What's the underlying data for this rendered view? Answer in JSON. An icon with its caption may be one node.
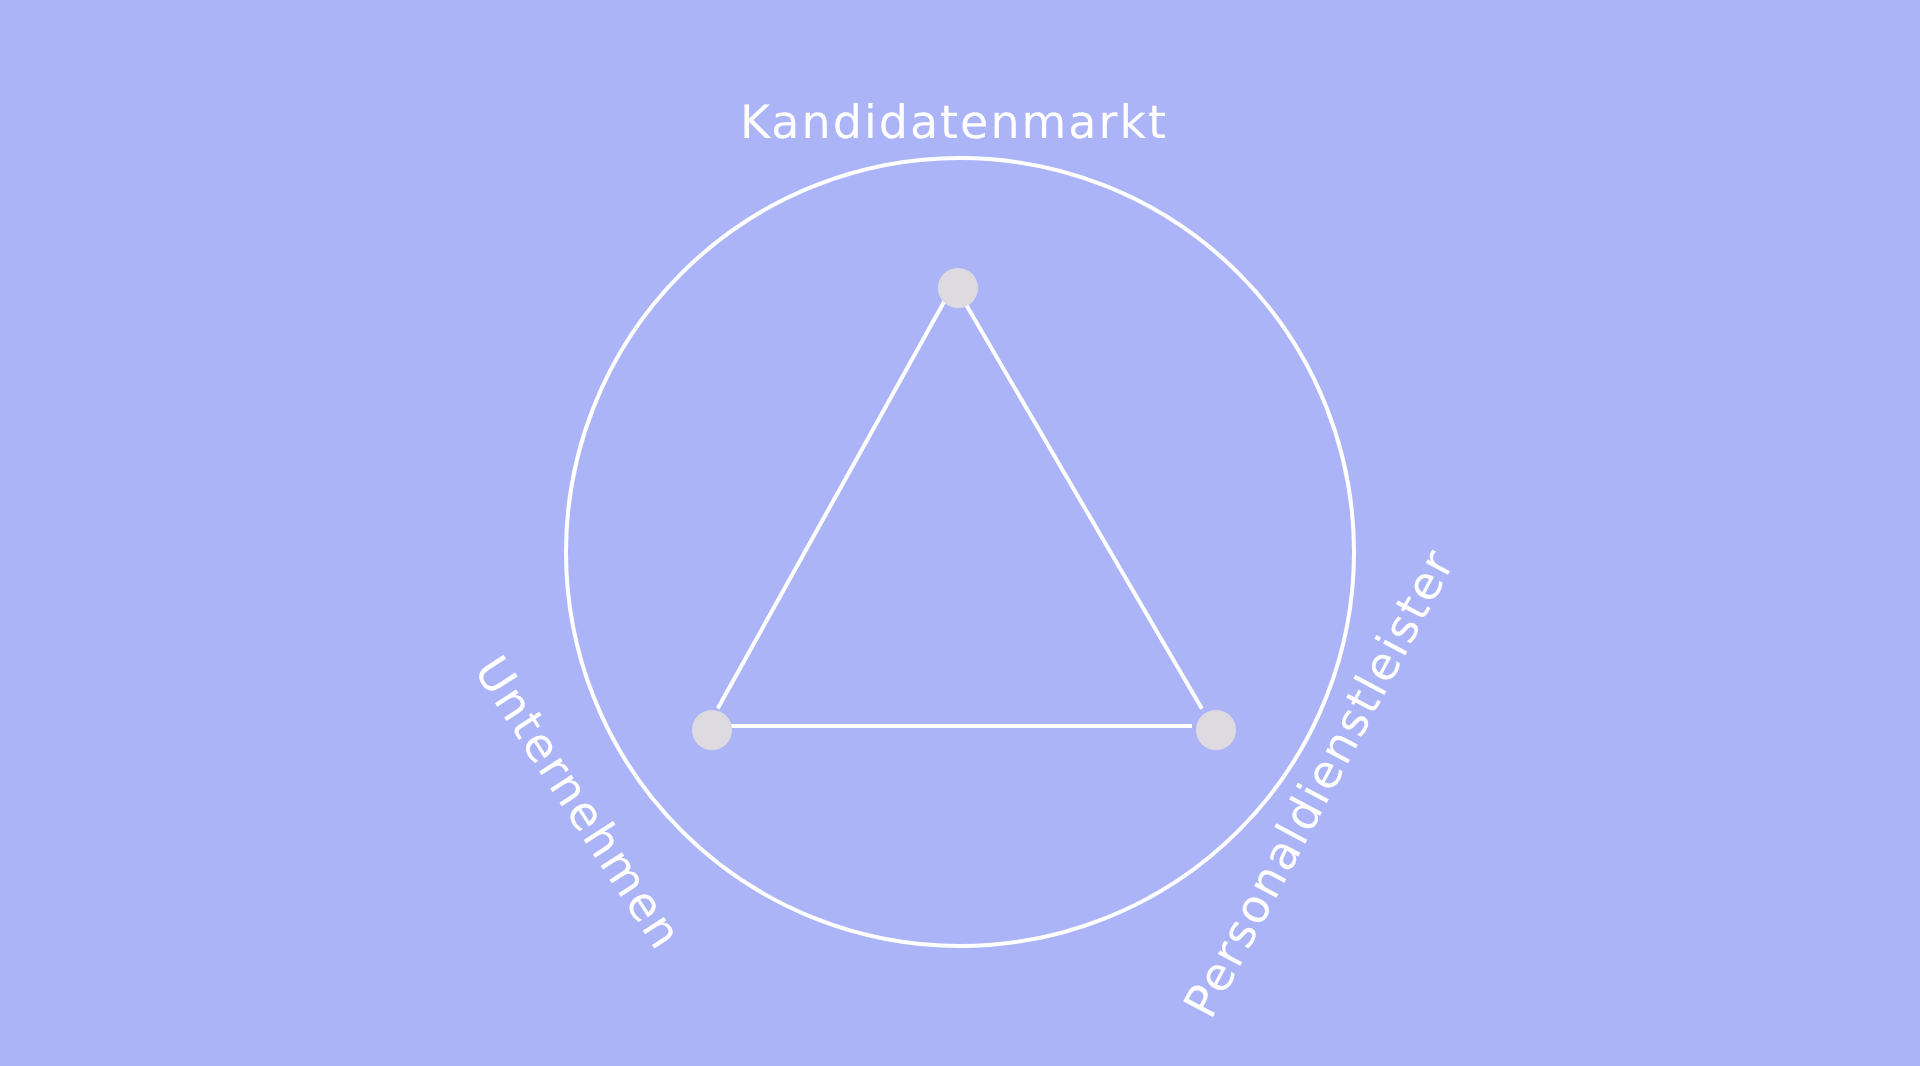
{
  "diagram": {
    "nodes": [
      {
        "text": [],
        "shape": "circle"
      },
      {
        "text": [],
        "shape": "circle",
        "in": 0,
        "beside": [
          "Kandidatenmarkt"
        ]
      },
      {
        "text": [],
        "shape": "circle",
        "in": 0,
        "beside": [
          "Unternehmen"
        ]
      },
      {
        "text": [],
        "shape": "circle",
        "in": 0,
        "beside": [
          "Personaldienstleister"
        ]
      }
    ],
    "edges": [
      {
        "from": 1,
        "to": 2,
        "arrow": "none"
      },
      {
        "from": 2,
        "to": 3,
        "arrow": "none"
      },
      {
        "from": 3,
        "to": 1,
        "arrow": "none"
      }
    ]
  }
}
